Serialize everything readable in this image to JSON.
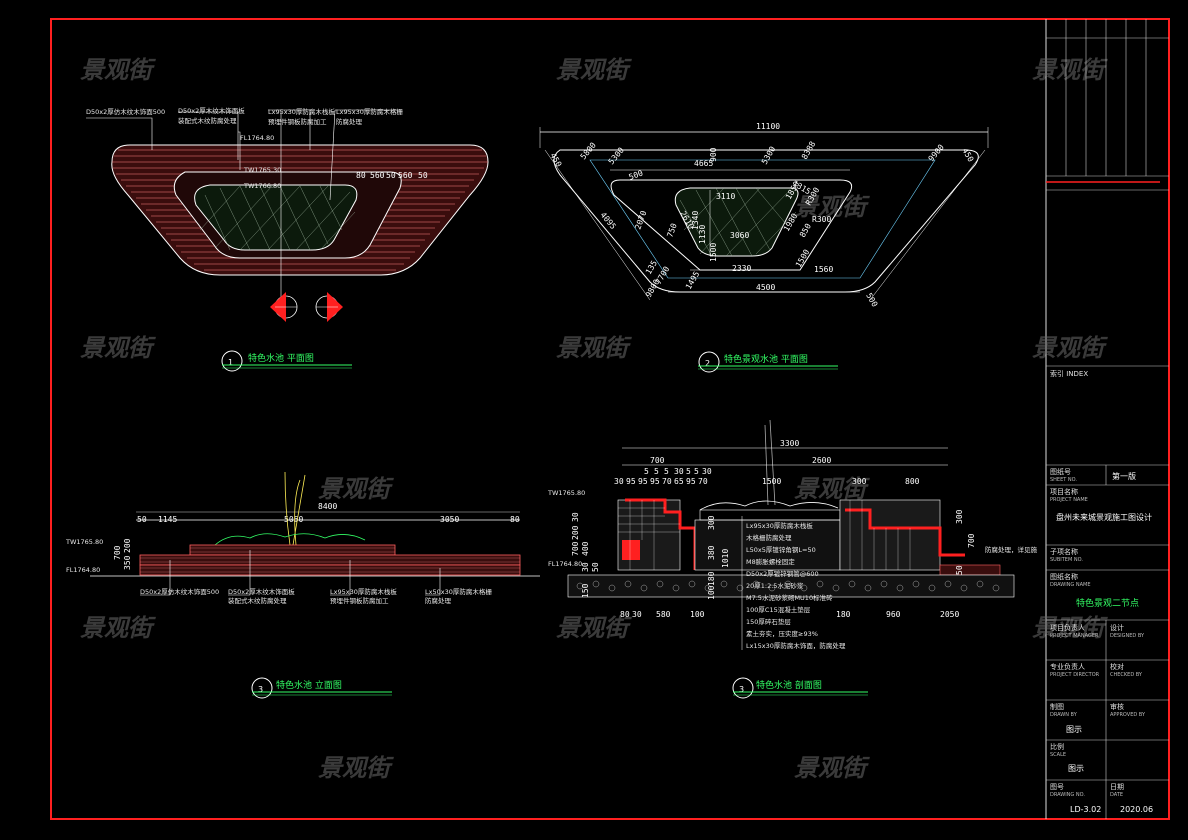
{
  "watermark": "景观街",
  "colors": {
    "background": "#000000",
    "frame": "#ff2020",
    "line": "#ffffff",
    "green": "#33ff66",
    "pink": "#ff7a7a",
    "brick": "#c03030",
    "yellow": "#ffee55"
  },
  "view1": {
    "labels": [
      "D50x2厚仿木纹木饰面500",
      "D50x2厚木纹木饰面板",
      "装配式木纹防腐处理",
      "Lx95x30厚防腐木栈板",
      "预埋件钢板防腐加工",
      "Lx95x30厚防腐木格栅",
      "防腐处理"
    ],
    "elev_fl": "FL1764.80",
    "elev_tw1": "TW1765.30",
    "elev_tw2": "TW1766.80",
    "dims": [
      "80",
      "560",
      "50",
      "560",
      "50"
    ],
    "title": "特色水池 平面图",
    "num": "1"
  },
  "view2": {
    "top_dim": "11100",
    "dims": [
      "450",
      "5800",
      "5300",
      "4665",
      "900",
      "500",
      "5300",
      "8388",
      "9900",
      "450",
      "4095",
      "3110",
      "1315",
      "2610",
      "1850",
      "R300",
      "2070",
      "750",
      "1340",
      "1130",
      "3060",
      "1980",
      "850",
      "R300",
      "1500",
      "2330",
      "1500",
      "1560",
      "135",
      "7700",
      "1495",
      "4500",
      "9800",
      "500"
    ],
    "title": "特色景观水池 平面图",
    "num": "2"
  },
  "view3": {
    "top_dim": "8400",
    "dims": [
      "50",
      "1145",
      "5050",
      "3050",
      "80"
    ],
    "side_dims": [
      "700",
      "350",
      "200"
    ],
    "elev_tw": "TW1765.80",
    "elev_fl": "FL1764.80",
    "labels": [
      "D50x2厚仿木纹木饰面500",
      "D50x2厚木纹木饰面板",
      "装配式木纹防腐处理",
      "Lx95x30厚防腐木栈板",
      "预埋件钢板防腐加工",
      "Lx50x30厚防腐木格栅",
      "防腐处理"
    ],
    "title": "特色水池 立面图",
    "num": "3"
  },
  "view4": {
    "top_dim": "3300",
    "dim_700": "700",
    "dim_2600": "2600",
    "row_small": [
      "5",
      "5",
      "5",
      "30",
      "5",
      "5",
      "30"
    ],
    "row_small2": [
      "30",
      "95",
      "95",
      "95",
      "70",
      "65",
      "95",
      "70"
    ],
    "mid_dims": [
      "1500",
      "300",
      "800"
    ],
    "left_dims": [
      "30",
      "200",
      "700",
      "400",
      "30",
      "50",
      "150"
    ],
    "right_dims": [
      "300",
      "700",
      "50"
    ],
    "center_dims": [
      "300",
      "380",
      "1010",
      "180",
      "100"
    ],
    "bottom_dims": [
      "80",
      "30",
      "580",
      "100",
      "180",
      "960",
      "2050"
    ],
    "elev_tw": "TW1765.80",
    "elev_fl": "FL1764.80",
    "layers": [
      "Lx95x30厚防腐木栈板",
      "木格栅防腐处理",
      "L50x5厚镀锌角钢L=50",
      "M8膨胀螺栓固定",
      "D50x2厚镀锌钢管@600",
      "20厚1:2.5水泥砂浆",
      "M7.5水泥砂浆砌MU10标准砖",
      "100厚C15混凝土垫层",
      "150厚碎石垫层",
      "素土夯实，压实度≥93%",
      "Lx15x30厚防腐木饰面，防腐处理"
    ],
    "right_note": "防腐处理，详见施",
    "title": "特色水池 剖面图",
    "num": "3"
  },
  "title_block": {
    "index_label": "索引 INDEX",
    "drawing_no_label": "图纸号",
    "drawing_no_sub": "SHEET NO.",
    "edition": "第一版",
    "project_label": "项目名称",
    "project_sub": "PROJECT NAME",
    "project_name": "盘州未来城景观施工图设计",
    "subitem_label": "子项名称",
    "subitem_sub": "SUBITEM NO.",
    "drawing_name_label": "图纸名称",
    "drawing_name_sub": "DRAWING NAME",
    "drawing_name": "特色景观二节点",
    "pm_label": "项目负责人",
    "pm_sub": "PROJECT MANAGER",
    "design_label": "设计",
    "design_sub": "DESIGNED BY",
    "director_label": "专业负责人",
    "director_sub": "PROJECT DIRECTOR",
    "check_label": "校对",
    "check_sub": "CHECKED BY",
    "drawn_label": "制图",
    "drawn_sub": "DRAWN BY",
    "approve_label": "审核",
    "approve_sub": "APPROVED BY",
    "scale_label": "比例",
    "scale_sub": "SCALE",
    "scale_value": "图示",
    "approve_value": "图示",
    "sheet_label": "图号",
    "sheet_sub": "DRAWING NO.",
    "date_label": "日期",
    "date_sub": "DATE",
    "sheet_no": "LD-3.02",
    "date": "2020.06"
  }
}
